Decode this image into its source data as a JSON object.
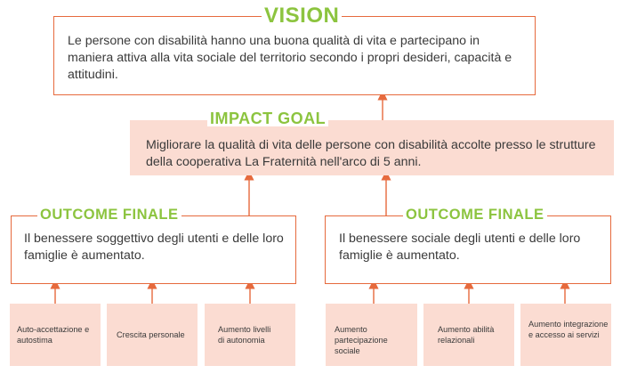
{
  "vision": {
    "title": "VISION",
    "text": "Le persone con disabilità hanno una buona qualità di vita e partecipano in maniera attiva alla vita sociale del territorio secondo i propri desideri, capacità e attitudini."
  },
  "impact": {
    "title": "IMPACT GOAL",
    "text": "Migliorare la qualità di vita delle persone con disabilità accolte presso le strutture della cooperativa La Fraternità nell'arco di 5 anni."
  },
  "outcome_left": {
    "title": "OUTCOME FINALE",
    "text": "Il benessere soggettivo degli utenti e delle loro famiglie è aumentato."
  },
  "outcome_right": {
    "title": "OUTCOME FINALE",
    "text": "Il benessere sociale degli utenti e delle loro famiglie è aumentato."
  },
  "outputs_left": [
    "Auto-accettazione e autostima",
    "Crescita personale",
    "Aumento livelli di autonomia"
  ],
  "outputs_right": [
    "Aumento partecipazione sociale",
    "Aumento abilità relazionali",
    "Aumento integrazione e accesso ai servizi"
  ],
  "colors": {
    "accent_orange": "#e66a3d",
    "title_green": "#8cc43f",
    "fill_pink": "#fbdcd2"
  }
}
